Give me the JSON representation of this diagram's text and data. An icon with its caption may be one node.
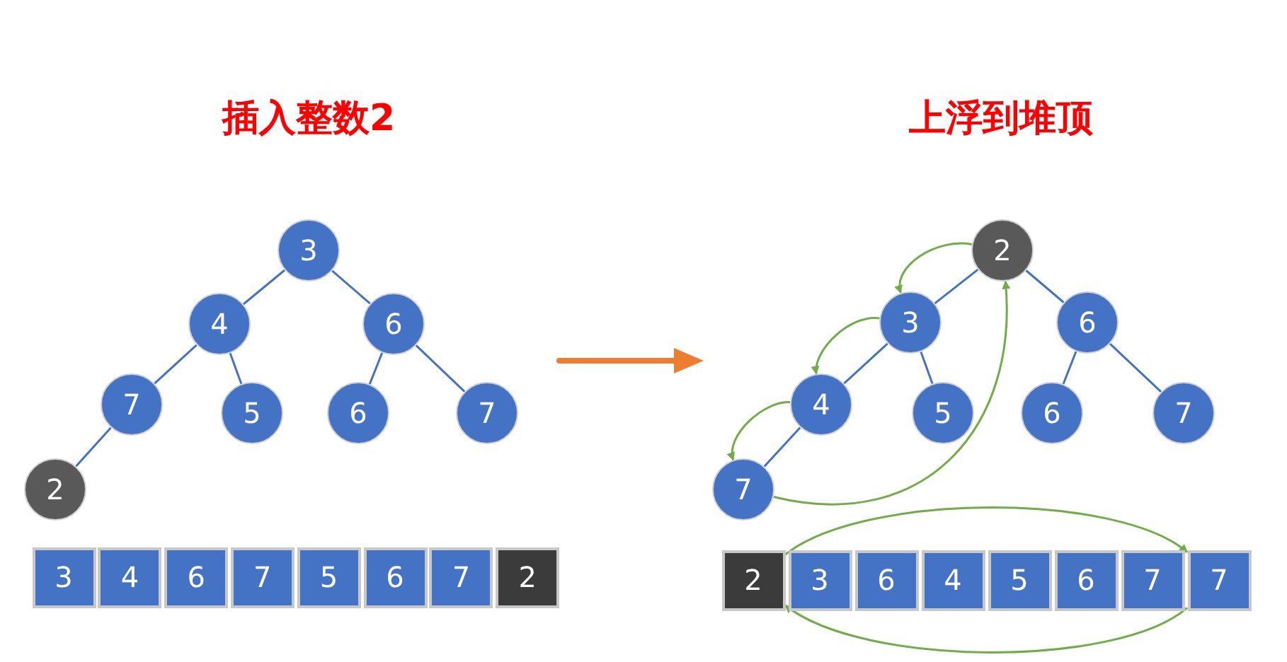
{
  "diagram": {
    "nodes": [
      {
        "text": [
          "3"
        ]
      },
      {
        "text": [
          "4"
        ]
      },
      {
        "text": [
          "6"
        ]
      },
      {
        "text": [
          "7"
        ]
      },
      {
        "text": [
          "5"
        ]
      },
      {
        "text": [
          "6"
        ]
      },
      {
        "text": [
          "7"
        ]
      },
      {
        "text": [
          "2"
        ]
      },
      {
        "text": [
          "3"
        ]
      },
      {
        "text": [
          "4"
        ]
      },
      {
        "text": [
          "6"
        ]
      },
      {
        "text": [
          "7"
        ]
      },
      {
        "text": [
          "5"
        ]
      },
      {
        "text": [
          "6"
        ]
      },
      {
        "text": [
          "7"
        ]
      },
      {
        "text": [
          "2"
        ]
      },
      {
        "text": [
          "2"
        ]
      },
      {
        "text": [
          "3"
        ]
      },
      {
        "text": [
          "6"
        ]
      },
      {
        "text": [
          "4"
        ]
      },
      {
        "text": [
          "5"
        ]
      },
      {
        "text": [
          "6"
        ]
      },
      {
        "text": [
          "7"
        ]
      },
      {
        "text": [
          "7"
        ]
      },
      {
        "text": [
          "2"
        ]
      },
      {
        "text": [
          "3"
        ]
      },
      {
        "text": [
          "6"
        ]
      },
      {
        "text": [
          "4"
        ]
      },
      {
        "text": [
          "5"
        ]
      },
      {
        "text": [
          "6"
        ]
      },
      {
        "text": [
          "7"
        ]
      },
      {
        "text": [
          "7"
        ]
      }
    ],
    "edges": [
      {
        "from": 0,
        "to": 1,
        "arrow": "none"
      },
      {
        "from": 0,
        "to": 2,
        "arrow": "none"
      },
      {
        "from": 1,
        "to": 3,
        "arrow": "none"
      },
      {
        "from": 1,
        "to": 4,
        "arrow": "none"
      },
      {
        "from": 2,
        "to": 5,
        "arrow": "none"
      },
      {
        "from": 2,
        "to": 6,
        "arrow": "none"
      },
      {
        "from": 3,
        "to": 7,
        "arrow": "none"
      },
      {
        "from": 16,
        "to": 17,
        "arrow": "none"
      },
      {
        "from": 16,
        "to": 18,
        "arrow": "none"
      },
      {
        "from": 17,
        "to": 19,
        "arrow": "none"
      },
      {
        "from": 17,
        "to": 20,
        "arrow": "none"
      },
      {
        "from": 18,
        "to": 21,
        "arrow": "none"
      },
      {
        "from": 18,
        "to": 22,
        "arrow": "none"
      },
      {
        "from": 19,
        "to": 23,
        "arrow": "none"
      },
      {
        "from": 16,
        "to": 17,
        "arrow": "to",
        "color": "#70ad47"
      },
      {
        "from": 17,
        "to": 19,
        "arrow": "to",
        "color": "#70ad47"
      },
      {
        "from": 19,
        "to": 23,
        "arrow": "to",
        "color": "#70ad47"
      },
      {
        "from": 23,
        "to": 16,
        "arrow": "to",
        "color": "#70ad47"
      },
      {
        "from": 24,
        "to": 31,
        "arrow": "to",
        "color": "#70ad47"
      },
      {
        "from": 31,
        "to": 24,
        "arrow": "to",
        "color": "#70ad47"
      }
    ],
    "labels": [
      "插入整数2",
      "上浮到堆顶"
    ]
  }
}
